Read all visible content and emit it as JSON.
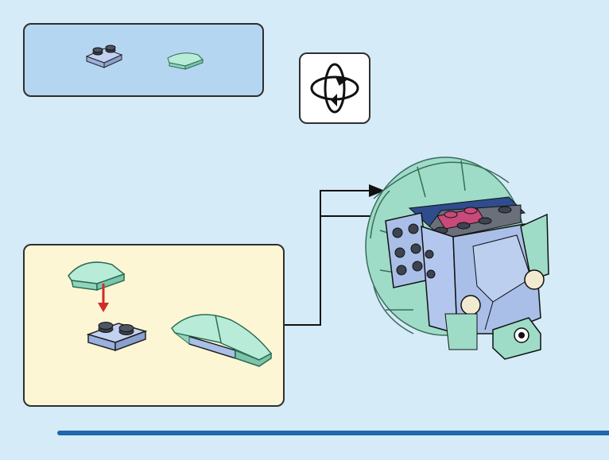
{
  "instruction_step": {
    "parts_needed": [
      {
        "icon": "plate-1x2-light-blue-icon",
        "quantity": 1
      },
      {
        "icon": "curved-slope-trans-green-icon",
        "quantity": 1
      }
    ],
    "rotate_icon": "rotate-model-icon",
    "sub_assembly": {
      "arrow_icon": "down-arrow-icon",
      "colors": {
        "arrow": "#d12b2b",
        "frame": "#fdf6d4"
      }
    },
    "callout_arrows": 2,
    "progress": {
      "fraction": 1.0,
      "color": "#1d67ad"
    }
  },
  "colors": {
    "background": "#d5ebf7",
    "parts_box": "#b5d6f1",
    "light_blue": "#a9bfe8",
    "trans_green": "#a7e3cf",
    "dark_gray": "#3d4350",
    "magenta": "#c84a7a",
    "tan": "#f2ead0"
  }
}
